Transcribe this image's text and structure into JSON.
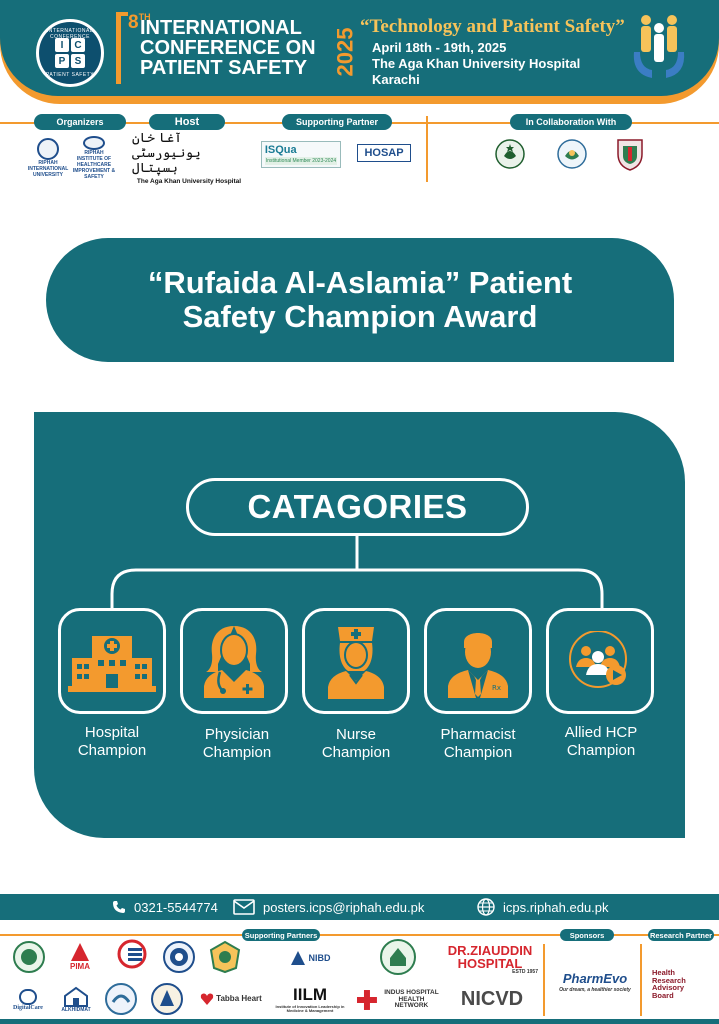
{
  "header": {
    "edition_number": "8",
    "edition_suffix": "TH",
    "conference_title_lines": [
      "INTERNATIONAL",
      "CONFERENCE ON",
      "PATIENT SAFETY"
    ],
    "year": "2025",
    "theme": "“Technology and Patient Safety”",
    "dates": "April 18th - 19th, 2025",
    "venue": "The Aga Khan University Hospital",
    "city": "Karachi",
    "logo_ring_top": "INTERNATIONAL CONFERENCE",
    "logo_ring_bottom": "PATIENT SAFETY",
    "logo_letters": [
      "I",
      "C",
      "P",
      "S"
    ]
  },
  "partners": {
    "organizers_label": "Organizers",
    "host_label": "Host",
    "supporting_label": "Supporting Partner",
    "collaboration_label": "In Collaboration With",
    "organizer_1": "RIPHAH INTERNATIONAL UNIVERSITY",
    "organizer_2": "RIPHAH INSTITUTE OF HEALTHCARE IMPROVEMENT & SAFETY",
    "host_arabic": "آغا خان یونیورسٹی ہسپتال",
    "host_name": "The Aga Khan University Hospital",
    "isqua_name": "ISQua",
    "isqua_member": "Institutional Member 2023-2024",
    "hosap_name": "HOSAP"
  },
  "award": {
    "title_line1": "“Rufaida Al-Aslamia” Patient",
    "title_line2": "Safety Champion Award"
  },
  "categories": {
    "heading": "CATAGORIES",
    "items": [
      {
        "icon": "hospital-icon",
        "line1": "Hospital",
        "line2": "Champion"
      },
      {
        "icon": "physician-icon",
        "line1": "Physician",
        "line2": "Champion"
      },
      {
        "icon": "nurse-icon",
        "line1": "Nurse",
        "line2": "Champion"
      },
      {
        "icon": "pharmacist-icon",
        "line1": "Pharmacist",
        "line2": "Champion"
      },
      {
        "icon": "allied-hcp-icon",
        "line1": "Allied HCP",
        "line2": "Champion"
      }
    ]
  },
  "contact": {
    "phone": "0321-5544774",
    "email": "posters.icps@riphah.edu.pk",
    "website": "icps.riphah.edu.pk"
  },
  "footer": {
    "supporting_partners_label": "Supporting Partners",
    "sponsors_label": "Sponsors",
    "research_partner_label": "Research Partner",
    "sponsor_name": "PharmEvo",
    "sponsor_tagline": "Our dream, a healthier society",
    "research_partner_lines": [
      "Health",
      "Research",
      "Advisory",
      "Board"
    ],
    "ziauddin_line1": "DR.ZIAUDDIN",
    "ziauddin_line2": "HOSPITAL",
    "ziauddin_estd": "ESTD 1957",
    "nibd": "NIBD",
    "iilm": "IILM",
    "iilm_sub": "Institute of Innovation Leadership in Medicine & Management",
    "tabba": "Tabba Heart",
    "indus_line1": "INDUS HOSPITAL",
    "indus_line2": "HEALTH NETWORK",
    "nicvd": "NICVD",
    "digitalcare": "DigitalCare",
    "pima": "PIMA",
    "alkhidmat": "ALKHIDMAT"
  },
  "colors": {
    "teal": "#166e7a",
    "orange": "#f39a2e",
    "icon_orange": "#f39a2e"
  }
}
